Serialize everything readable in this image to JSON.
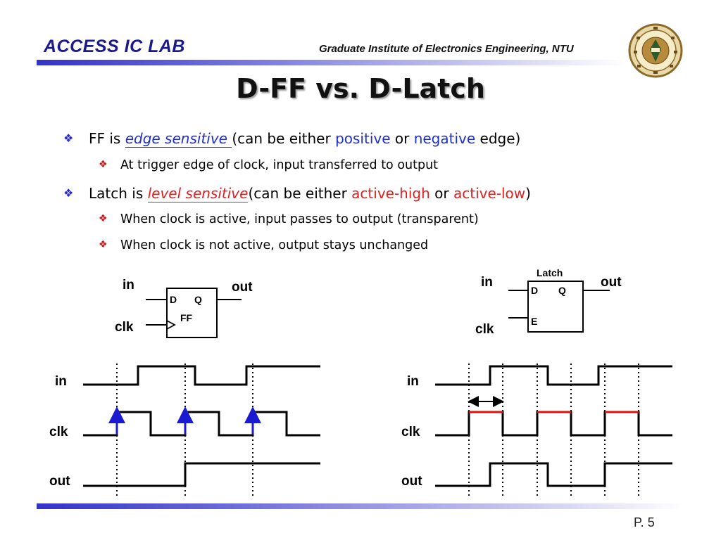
{
  "header": {
    "lab_name": "ACCESS IC LAB",
    "institute": "Graduate Institute of Electronics Engineering, NTU",
    "seal_icon": "university-seal-icon"
  },
  "slide": {
    "title": "D-FF vs. D-Latch",
    "page_number": "P. 5"
  },
  "bullets": {
    "ff": {
      "prefix": "FF is ",
      "emphasis": "edge sensitive ",
      "middle": "(can be either ",
      "positive": "positive",
      "or": " or ",
      "negative": "negative",
      "suffix": " edge)"
    },
    "ff_sub": "At trigger edge of clock, input transferred to output",
    "latch": {
      "prefix": "Latch is ",
      "emphasis": "level sensitive",
      "middle": "(can be either ",
      "active_high": "active-high",
      "or": " or ",
      "active_low": "active-low",
      "suffix": ")"
    },
    "latch_sub1": "When clock is active, input passes to output (transparent)",
    "latch_sub2": "When clock is not active, output stays unchanged"
  },
  "ff_diagram": {
    "in_label": "in",
    "out_label": "out",
    "clk_label": "clk",
    "port_d": "D",
    "port_q": "Q",
    "block_name": "FF"
  },
  "latch_diagram": {
    "title": "Latch",
    "in_label": "in",
    "out_label": "out",
    "clk_label": "clk",
    "port_d": "D",
    "port_q": "Q",
    "port_e": "E"
  },
  "ff_waveform": {
    "signals": [
      "in",
      "clk",
      "out"
    ]
  },
  "latch_waveform": {
    "signals": [
      "in",
      "clk",
      "out"
    ]
  },
  "colors": {
    "brand": "#1a1a8c",
    "bullet_blue": "#2a2ad0",
    "bullet_red": "#d01414",
    "edge_arrow": "#1a1ad0",
    "active_high_segment": "#e01010"
  }
}
